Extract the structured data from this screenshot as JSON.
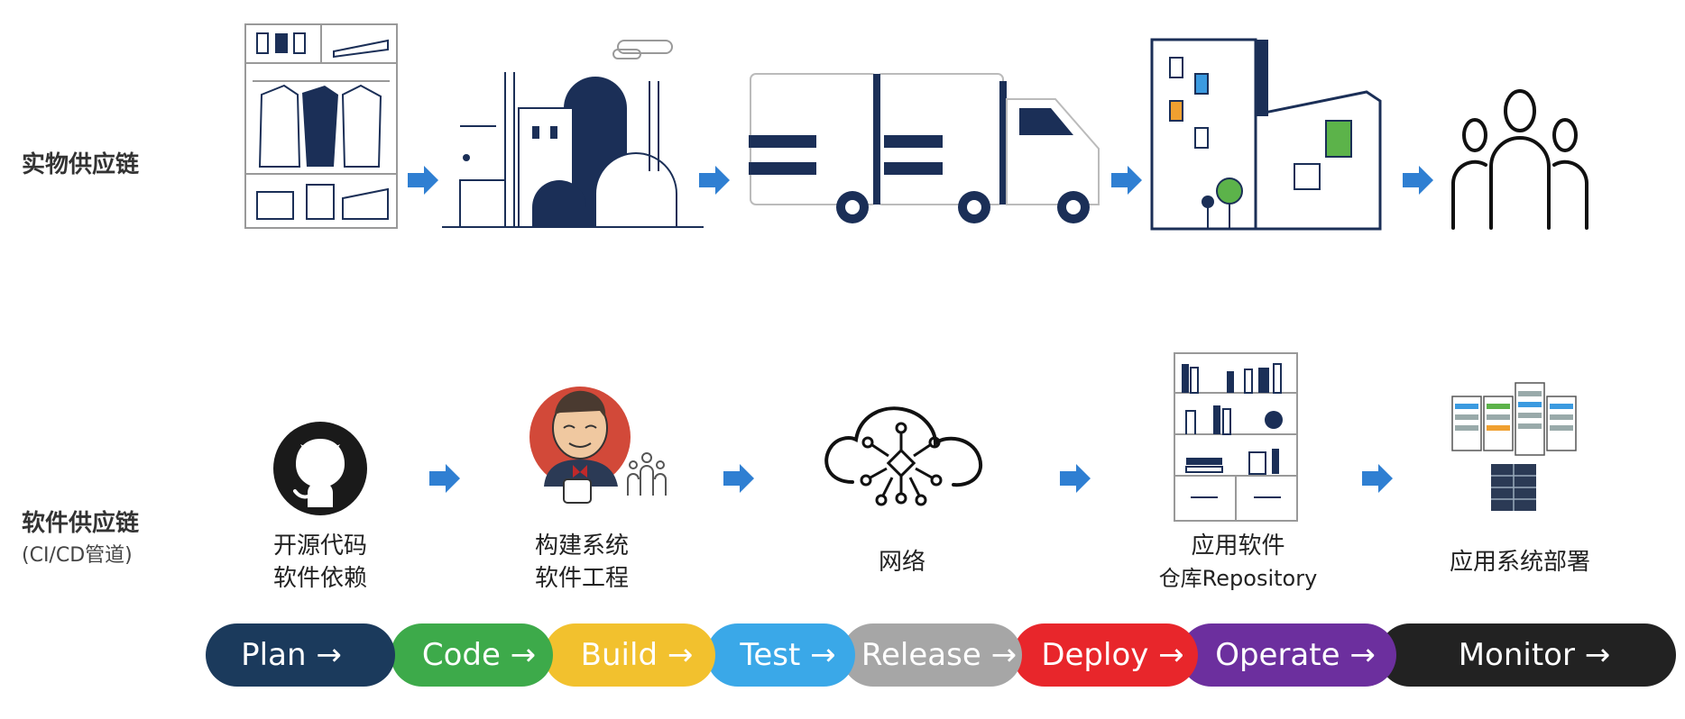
{
  "rows": {
    "physical_label": "实物供应链",
    "software_label": "软件供应链",
    "software_sublabel": "(CI/CD管道)"
  },
  "captions": {
    "open_source_l1": "开源代码",
    "open_source_l2": "软件依赖",
    "build_l1": "构建系统",
    "build_l2": "软件工程",
    "network": "网络",
    "repo_l1": "应用软件",
    "repo_l2": "仓库Repository",
    "deploy": "应用系统部署"
  },
  "pipeline": [
    {
      "label": "Plan →",
      "color": "#1b3a5c"
    },
    {
      "label": "Code →",
      "color": "#3daa4a"
    },
    {
      "label": "Build →",
      "color": "#f2c12e"
    },
    {
      "label": "Test →",
      "color": "#3aa8e8"
    },
    {
      "label": "Release →",
      "color": "#a6a6a6"
    },
    {
      "label": "Deploy →",
      "color": "#e8262b"
    },
    {
      "label": "Operate →",
      "color": "#6c2f9e"
    },
    {
      "label": "Monitor →",
      "color": "#222222"
    }
  ],
  "icons": {
    "wardrobe": "wardrobe-icon",
    "factory": "factory-icon",
    "truck": "truck-icon",
    "store": "store-building-icon",
    "people": "people-icon",
    "github": "github-icon",
    "jenkins": "jenkins-icon",
    "cloud": "cloud-network-icon",
    "shelf": "repository-shelf-icon",
    "servers": "server-rack-icon"
  },
  "colors": {
    "navy": "#1b2f57",
    "arrow": "#2f7fd2",
    "orange": "#f0a030",
    "blue_accent": "#3b9ae0",
    "green_accent": "#5cb34a"
  }
}
